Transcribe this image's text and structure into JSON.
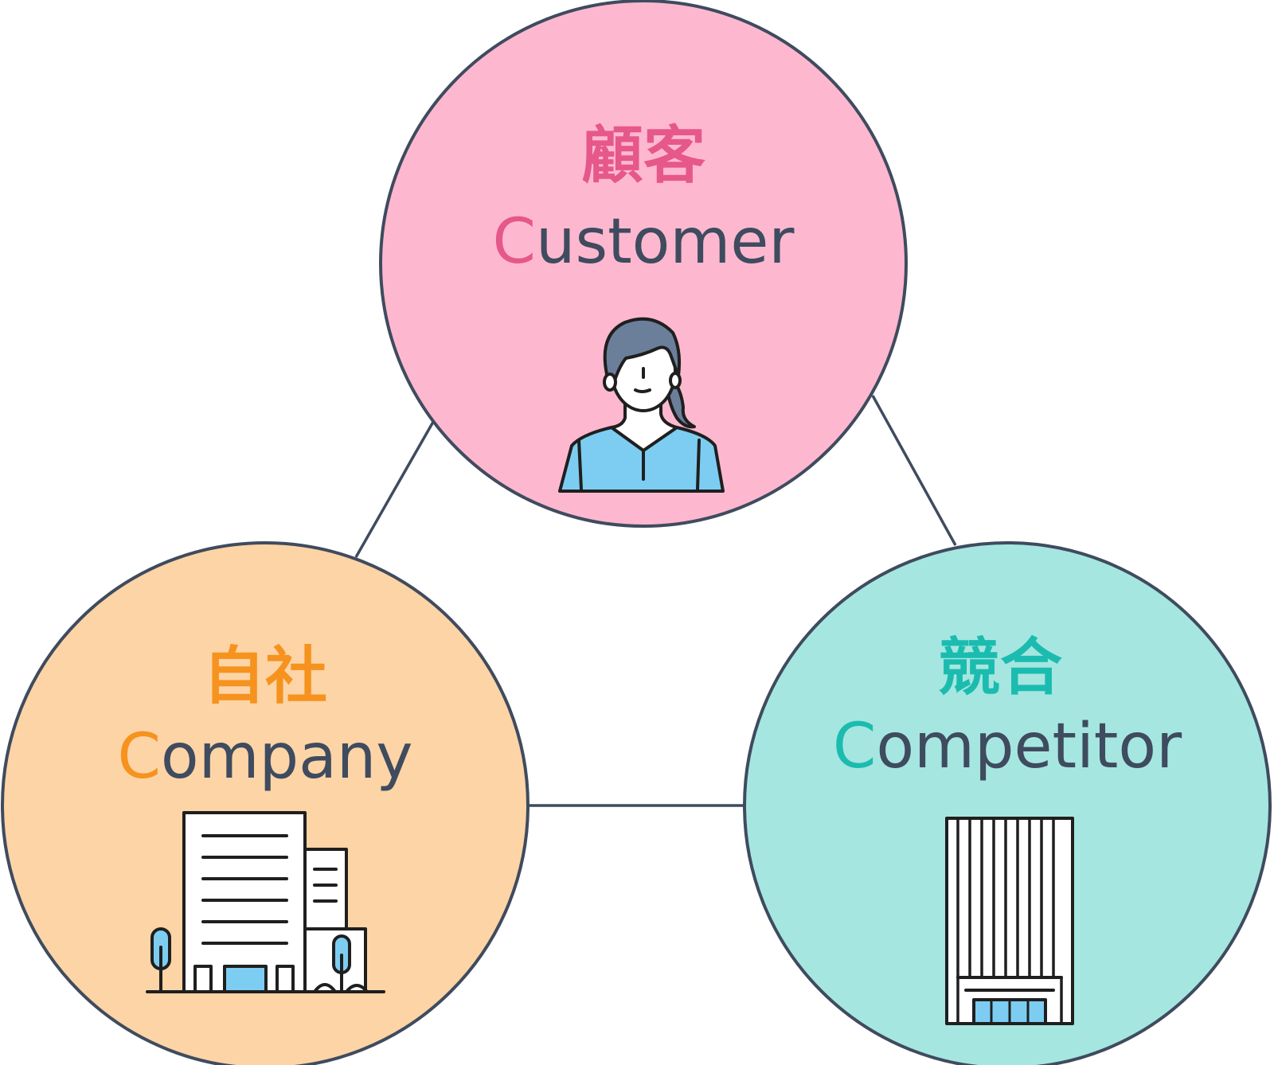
{
  "circles": {
    "customer": {
      "jp": "顧客",
      "initial": "C",
      "rest": "ustomer",
      "fill": "#fdb8cf",
      "accent": "#e6578a",
      "icon": "woman-person-icon"
    },
    "company": {
      "jp": "自社",
      "initial": "C",
      "rest": "ompany",
      "fill": "#fcd4a6",
      "accent": "#f6921e",
      "icon": "office-building-icon"
    },
    "competitor": {
      "jp": "競合",
      "initial": "C",
      "rest": "ompetitor",
      "fill": "#a6e6e0",
      "accent": "#1bbcaf",
      "icon": "tall-building-icon"
    }
  },
  "colors": {
    "outline": "#3f4b5e",
    "icon_blue": "#7dcdf2",
    "icon_outline": "#1f1f1f",
    "hair": "#6b7f9a"
  }
}
